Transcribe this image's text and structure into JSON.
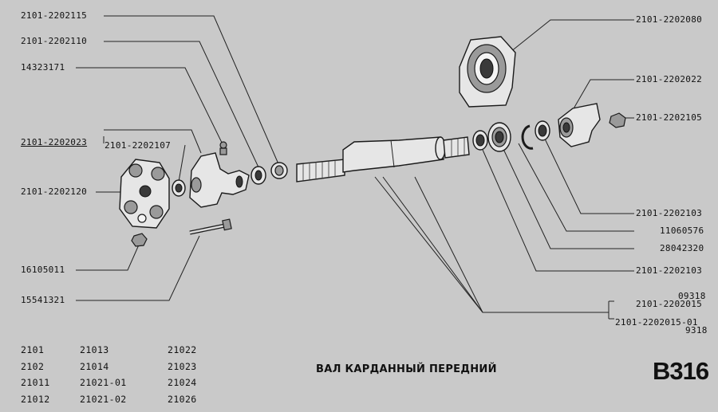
{
  "title": "ВАЛ КАРДАННЫЙ ПЕРЕДНИЙ",
  "code": "В316",
  "labels": {
    "p2202115": "2101-2202115",
    "p2202110": "2101-2202110",
    "p14323171": "14323171",
    "p2202023": "2101-2202023",
    "p2202107": "2101-2202107",
    "p2202120": "2101-2202120",
    "p16105011": "16105011",
    "p15541321": "15541321",
    "p2202080": "2101-2202080",
    "p2202022": "2101-2202022",
    "p2202105": "2101-2202105",
    "p2202103a": "2101-2202103",
    "p11060576": "11060576",
    "p28042320": "28042320",
    "p2202103b": "2101-2202103",
    "p09318a": "09318",
    "p2202015": "2101-2202015",
    "p2202015_01": "2101-2202015-01",
    "p9318b": "9318"
  },
  "models": [
    [
      "2101",
      "21013",
      "21022"
    ],
    [
      "2102",
      "21014",
      "21023"
    ],
    [
      "21011",
      "21021-01",
      "21024"
    ],
    [
      "21012",
      "21021-02",
      "21026"
    ]
  ]
}
